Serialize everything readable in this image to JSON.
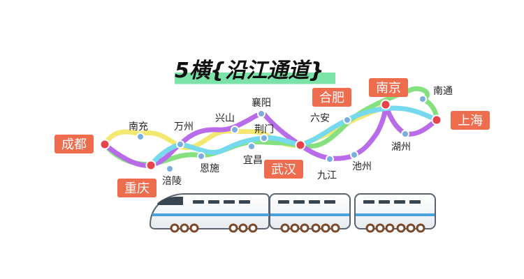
{
  "title": "5横{沿江通道}",
  "cities": {
    "chengdu": "成都",
    "chongqing": "重庆",
    "nanchong": "南充",
    "wanzhou": "万州",
    "fuling": "涪陵",
    "xingshan": "兴山",
    "enshi": "恩施",
    "xiangyang": "襄阳",
    "jingmen": "荆门",
    "yichang": "宜昌",
    "wuhan": "武汉",
    "liuan": "六安",
    "jiujiang": "九江",
    "chizhou": "池州",
    "hefei": "合肥",
    "nanjing": "南京",
    "nantong": "南通",
    "shanghai": "上海",
    "huzhou": "湖州"
  },
  "colors": {
    "badge": "#ee6d4f",
    "line_yellow": "#f3e86b",
    "line_green": "#7fe07a",
    "line_purple": "#b565e8",
    "line_cyan": "#6fd8ee",
    "station_fill": "#7aaee0",
    "hub_fill": "#e8434a"
  },
  "icons": [
    "train-icon"
  ]
}
